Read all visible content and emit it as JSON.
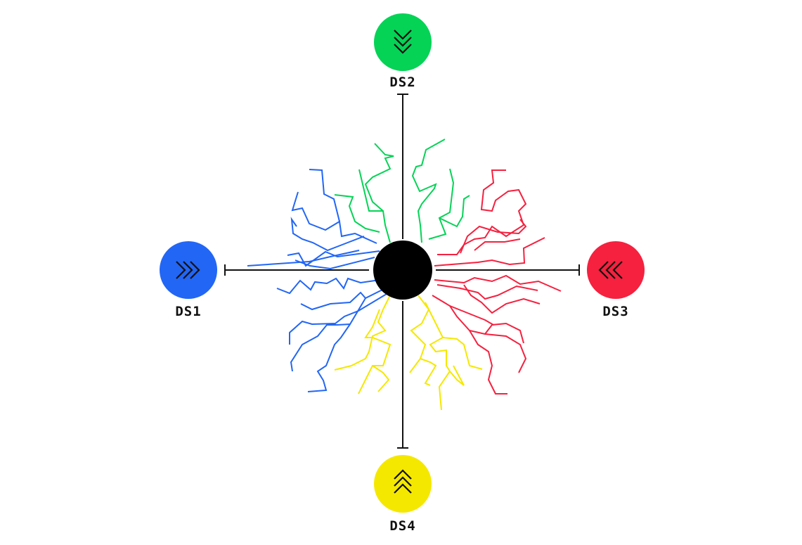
{
  "nodes": {
    "ds1": {
      "label": "DS1",
      "color": "#2266f5",
      "icon": "chevrons-right-icon"
    },
    "ds2": {
      "label": "DS2",
      "color": "#05d356",
      "icon": "chevrons-down-icon"
    },
    "ds3": {
      "label": "DS3",
      "color": "#f5213f",
      "icon": "chevrons-left-icon"
    },
    "ds4": {
      "label": "DS4",
      "color": "#f5e800",
      "icon": "chevrons-up-icon"
    }
  },
  "hub": {
    "color": "#000000"
  }
}
